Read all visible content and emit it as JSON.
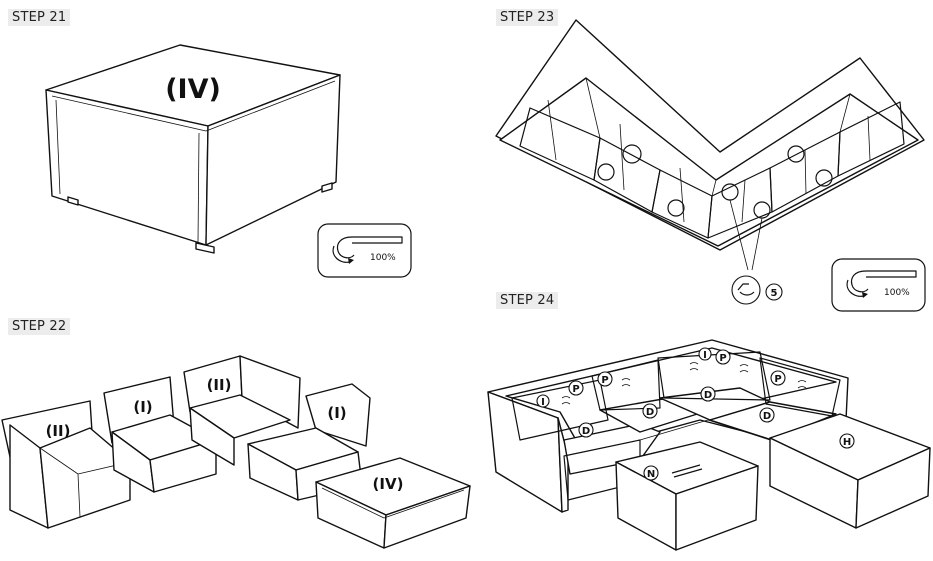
{
  "steps": {
    "s21": "STEP 21",
    "s22": "STEP 22",
    "s23": "STEP 23",
    "s24": "STEP 24"
  },
  "step21": {
    "part": "(IV)",
    "torque": "100%"
  },
  "step22": {
    "parts": [
      "(II)",
      "(I)",
      "(II)",
      "(I)",
      "(IV)"
    ]
  },
  "step23": {
    "callout": "5",
    "torque": "100%"
  },
  "step24": {
    "labels": [
      "I",
      "P",
      "P",
      "I",
      "P",
      "P",
      "D",
      "D",
      "D",
      "D",
      "N",
      "H"
    ]
  }
}
